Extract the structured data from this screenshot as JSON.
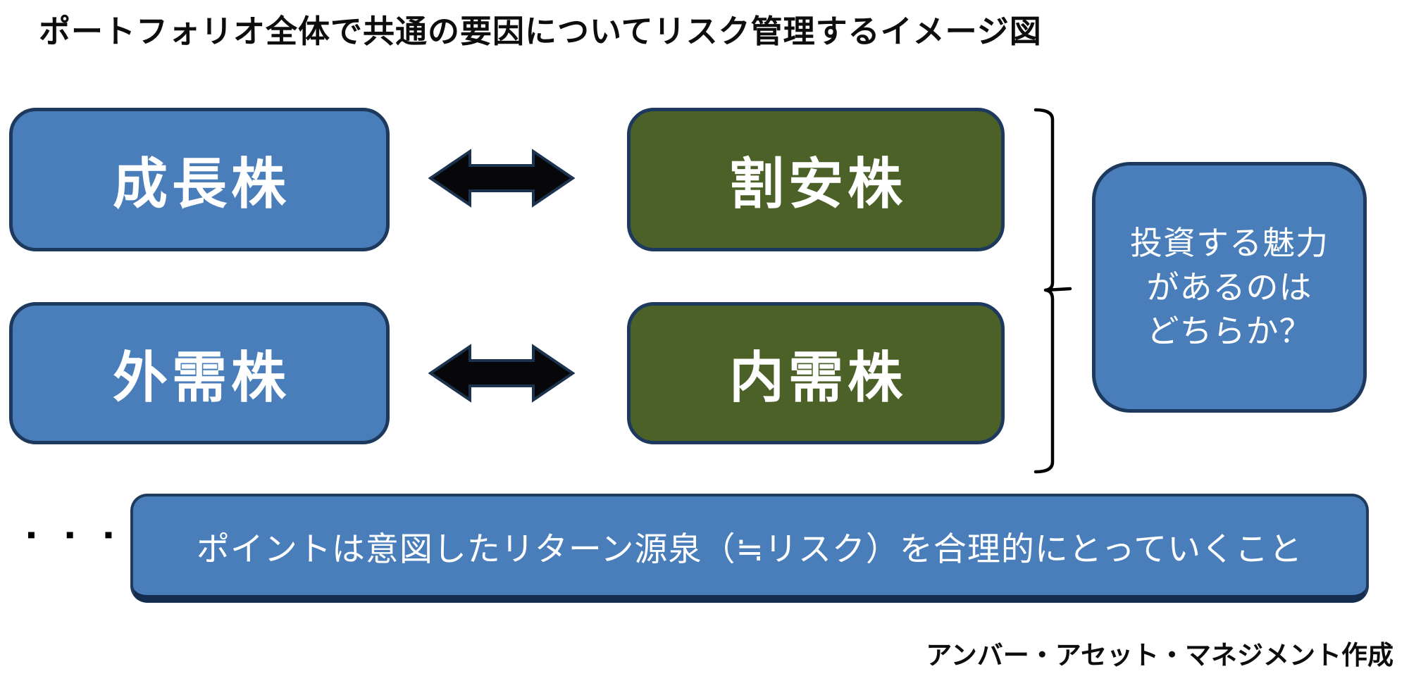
{
  "title": "ポートフォリオ全体で共通の要因についてリスク管理するイメージ図",
  "rows": [
    {
      "left": "成長株",
      "right": "割安株"
    },
    {
      "left": "外需株",
      "right": "内需株"
    }
  ],
  "question_box": {
    "line1": "投資する魅力",
    "line2": "があるのは",
    "line3": "どちらか？"
  },
  "ellipsis": "▪ ▪ ▪",
  "banner": "ポイントは意図したリターン源泉（≒リスク）を合理的にとっていくこと",
  "credit": "アンバー・アセット・マネジメント作成",
  "colors": {
    "box_blue": "#4A7EBB",
    "box_green": "#4C6128",
    "outline_navy": "#1D3A5E",
    "arrow_fill": "#07070A",
    "arrow_outline": "#1C3350",
    "bracket_black": "#000000",
    "banner_shadow": "#142C4D",
    "text_on_fill": "#FFFFFF",
    "title_text": "#0D0D0D"
  }
}
